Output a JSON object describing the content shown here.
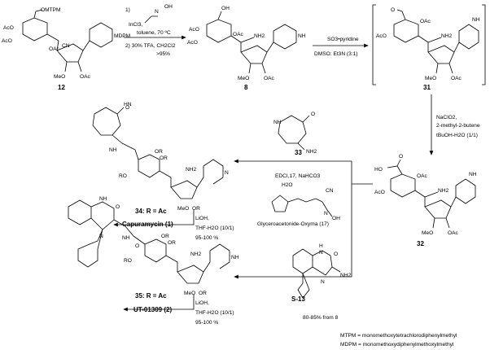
{
  "compounds": {
    "c12": {
      "label": "12",
      "substituents": [
        "OMTPM",
        "AcO",
        "AcO",
        "OAc",
        "CN",
        "MDPM",
        "MeO",
        "OAc",
        "O",
        "O",
        "N",
        "N",
        "O",
        "O"
      ]
    },
    "c8": {
      "label": "8",
      "substituents": [
        "OH",
        "AcO",
        "AcO",
        "OAc",
        "NH2",
        "NH",
        "MeO",
        "OAc",
        "O",
        "O",
        "O",
        "N",
        "O",
        "O",
        "O"
      ]
    },
    "c31": {
      "label": "31",
      "substituents": [
        "O",
        "OAc",
        "AcO",
        "NH2",
        "NH",
        "MeO",
        "OAc",
        "O",
        "O",
        "O",
        "N",
        "O",
        "O",
        "O"
      ]
    },
    "c32": {
      "label": "32",
      "substituents": [
        "HO",
        "O",
        "OAc",
        "AcO",
        "NH2",
        "NH",
        "MeO",
        "OAc",
        "O",
        "O",
        "O",
        "N",
        "O",
        "O",
        "O"
      ]
    },
    "c33": {
      "label": "33",
      "substituents": [
        "NH",
        "O",
        "NH2"
      ]
    },
    "c34": {
      "label": "34: R = Ac",
      "substituents": [
        "HN",
        "O",
        "OR",
        "OR",
        "RO",
        "NH",
        "NH2",
        "N",
        "O",
        "O",
        "O",
        "O",
        "MeO",
        "OR",
        "O",
        "O",
        "O"
      ]
    },
    "c35": {
      "label": "35: R = Ac",
      "substituents": [
        "NH",
        "O",
        "N",
        "NH",
        "O",
        "O",
        "OR",
        "OR",
        "RO",
        "NH2",
        "NH",
        "O",
        "O",
        "N",
        "O",
        "O",
        "O",
        "MeO",
        "OR",
        "O",
        "O"
      ]
    },
    "s13": {
      "label": "S-13",
      "substituents": [
        "H",
        "N",
        "O",
        "NH2",
        "N"
      ]
    }
  },
  "step1": {
    "num1": "1)",
    "reagent_a": "N",
    "reagent_b": "OH",
    "reagent_c": "InCl3,",
    "conditions": "toluene, 70 ºC",
    "num2": "2) 30% TFA, CH2Cl2",
    "yield": ">95%"
  },
  "step2": {
    "reagent": "SO3•pyridine",
    "conditions": "DMSO: Et3N (3:1)"
  },
  "step3": {
    "line1": "NaClO2,",
    "line2": "2-methyl-2-butene",
    "line3": "tBuOH-H2O (1/1)"
  },
  "step4": {
    "line1": "EDCI,17, NaHCO3",
    "line2": "H2O",
    "oxyma_name": "Glyceroacetonide-Oxyma (17)",
    "oxyma_cn": "CN",
    "oxyma_n": "N",
    "oxyma_oh": "OH",
    "yield": "80-85% from 8"
  },
  "step5": {
    "line1": "LiOH,",
    "line2": "THF-H2O (10/1)",
    "line3": "95-100 %",
    "product": "Capuramycin (1)"
  },
  "step6": {
    "line1": "LiOH,",
    "line2": "THF-H2O (10/1)",
    "line3": "95-100 %",
    "product": "UT-01309 (2)"
  },
  "footnotes": {
    "mtpm": "MTPM = monomethoxytetrachlorodiphenylmethyl",
    "mdpm": "MDPM = monomethoxydiphenylmethoxylmethyl"
  }
}
